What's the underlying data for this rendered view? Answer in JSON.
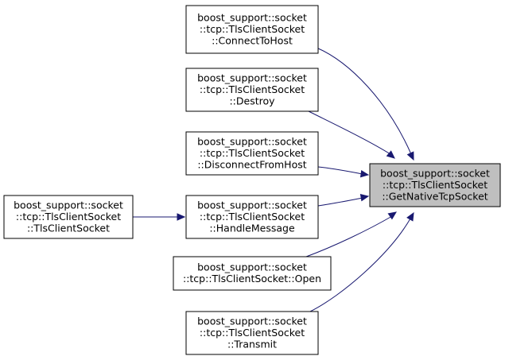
{
  "diagram": {
    "nodes": [
      {
        "id": "connect",
        "lines": [
          "boost_support::socket",
          "::tcp::TlsClientSocket",
          "::ConnectToHost"
        ],
        "focus": false
      },
      {
        "id": "destroy",
        "lines": [
          "boost_support::socket",
          "::tcp::TlsClientSocket",
          "::Destroy"
        ],
        "focus": false
      },
      {
        "id": "disconnect",
        "lines": [
          "boost_support::socket",
          "::tcp::TlsClientSocket",
          "::DisconnectFromHost"
        ],
        "focus": false
      },
      {
        "id": "handle",
        "lines": [
          "boost_support::socket",
          "::tcp::TlsClientSocket",
          "::HandleMessage"
        ],
        "focus": false
      },
      {
        "id": "open",
        "lines": [
          "boost_support::socket",
          "::tcp::TlsClientSocket::Open"
        ],
        "focus": false
      },
      {
        "id": "transmit",
        "lines": [
          "boost_support::socket",
          "::tcp::TlsClientSocket",
          "::Transmit"
        ],
        "focus": false
      },
      {
        "id": "ctor",
        "lines": [
          "boost_support::socket",
          "::tcp::TlsClientSocket",
          "::TlsClientSocket"
        ],
        "focus": false
      },
      {
        "id": "native",
        "lines": [
          "boost_support::socket",
          "::tcp::TlsClientSocket",
          "::GetNativeTcpSocket"
        ],
        "focus": true
      }
    ],
    "edges": [
      {
        "from": "connect",
        "to": "native"
      },
      {
        "from": "destroy",
        "to": "native"
      },
      {
        "from": "disconnect",
        "to": "native"
      },
      {
        "from": "handle",
        "to": "native"
      },
      {
        "from": "open",
        "to": "native"
      },
      {
        "from": "transmit",
        "to": "native"
      },
      {
        "from": "ctor",
        "to": "handle"
      }
    ],
    "colors": {
      "edge": "#191970",
      "focus_fill": "#bfbfbf",
      "node_fill": "#ffffff",
      "border": "#000000"
    }
  }
}
